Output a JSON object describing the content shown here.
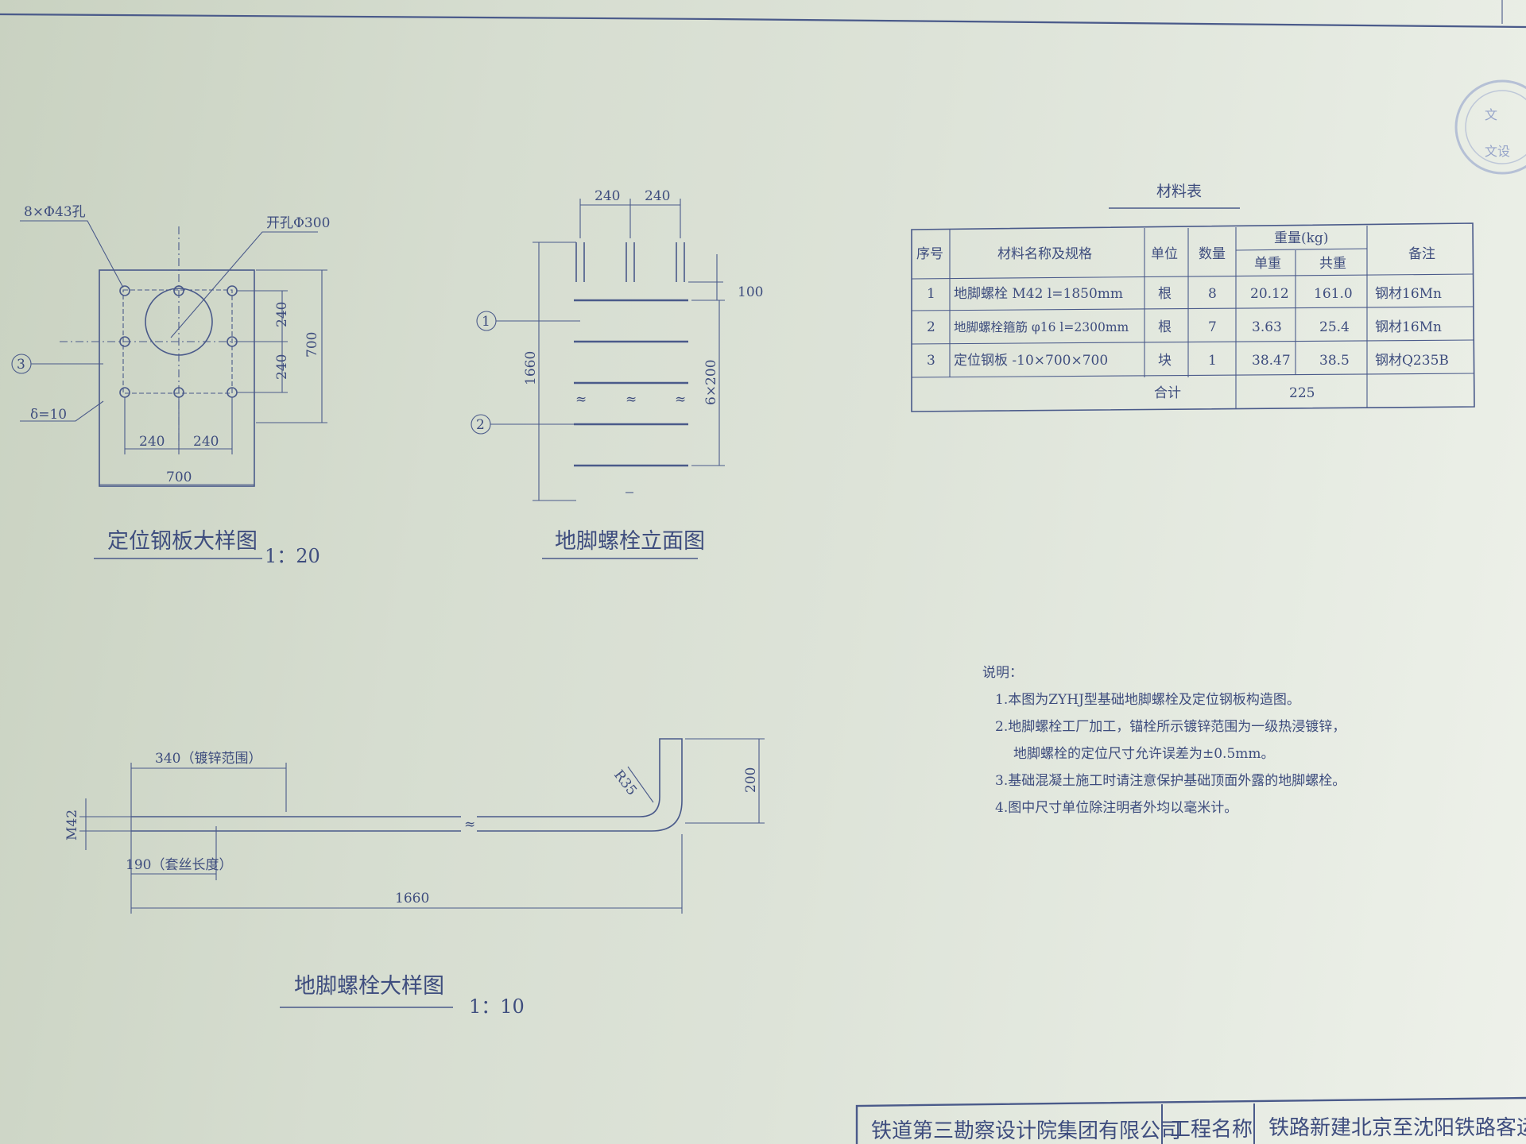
{
  "plate_detail": {
    "title": "定位钢板大样图",
    "scale": "1：20",
    "label_holes": "8×Φ43孔",
    "label_opening": "开孔Φ300",
    "label_thickness": "δ=10",
    "callout_3": "3",
    "dim_240_a": "240",
    "dim_240_b": "240",
    "dim_700_h": "700",
    "dim_240_v1": "240",
    "dim_240_v2": "240",
    "dim_700_v": "700"
  },
  "elevation": {
    "title": "地脚螺栓立面图",
    "dim_top_1": "240",
    "dim_top_2": "240",
    "dim_100": "100",
    "dim_1660": "1660",
    "dim_6x200": "6×200",
    "callout_1": "1",
    "callout_2": "2"
  },
  "bolt_detail": {
    "title": "地脚螺栓大样图",
    "scale": "1：10",
    "dim_340": "340（镀锌范围）",
    "dim_190": "190（套丝长度）",
    "dim_1660": "1660",
    "dim_200": "200",
    "label_m42": "M42",
    "label_r35": "R35"
  },
  "material_table": {
    "title": "材料表",
    "headers": {
      "no": "序号",
      "name": "材料名称及规格",
      "unit": "单位",
      "qty": "数量",
      "weight": "重量(kg)",
      "unit_weight": "单重",
      "total_weight": "共重",
      "remark": "备注"
    },
    "rows": [
      {
        "no": "1",
        "name": "地脚螺栓 M42 l=1850mm",
        "unit": "根",
        "qty": "8",
        "unit_weight": "20.12",
        "total_weight": "161.0",
        "remark": "钢材16Mn"
      },
      {
        "no": "2",
        "name": "地脚螺栓箍筋 φ16 l=2300mm",
        "unit": "根",
        "qty": "7",
        "unit_weight": "3.63",
        "total_weight": "25.4",
        "remark": "钢材16Mn"
      },
      {
        "no": "3",
        "name": "定位钢板 -10×700×700",
        "unit": "块",
        "qty": "1",
        "unit_weight": "38.47",
        "total_weight": "38.5",
        "remark": "钢材Q235B"
      }
    ],
    "sum_label": "合计",
    "sum_value": "225"
  },
  "notes": {
    "heading": "说明：",
    "lines": [
      "1.本图为ZYHJ型基础地脚螺栓及定位钢板构造图。",
      "2.地脚螺栓工厂加工，锚栓所示镀锌范围为一级热浸镀锌，",
      "地脚螺栓的定位尺寸允许误差为±0.5mm。",
      "3.基础混凝土施工时请注意保护基础顶面外露的地脚螺栓。",
      "4.图中尺寸单位除注明者外均以毫米计。"
    ]
  },
  "title_block": {
    "company": "铁道第三勘察设计院集团有限公司",
    "project_label": "工程名称",
    "project_name": "铁路新建北京至沈阳铁路客运"
  },
  "stamp": {
    "line1": "文",
    "line2": "文设"
  }
}
